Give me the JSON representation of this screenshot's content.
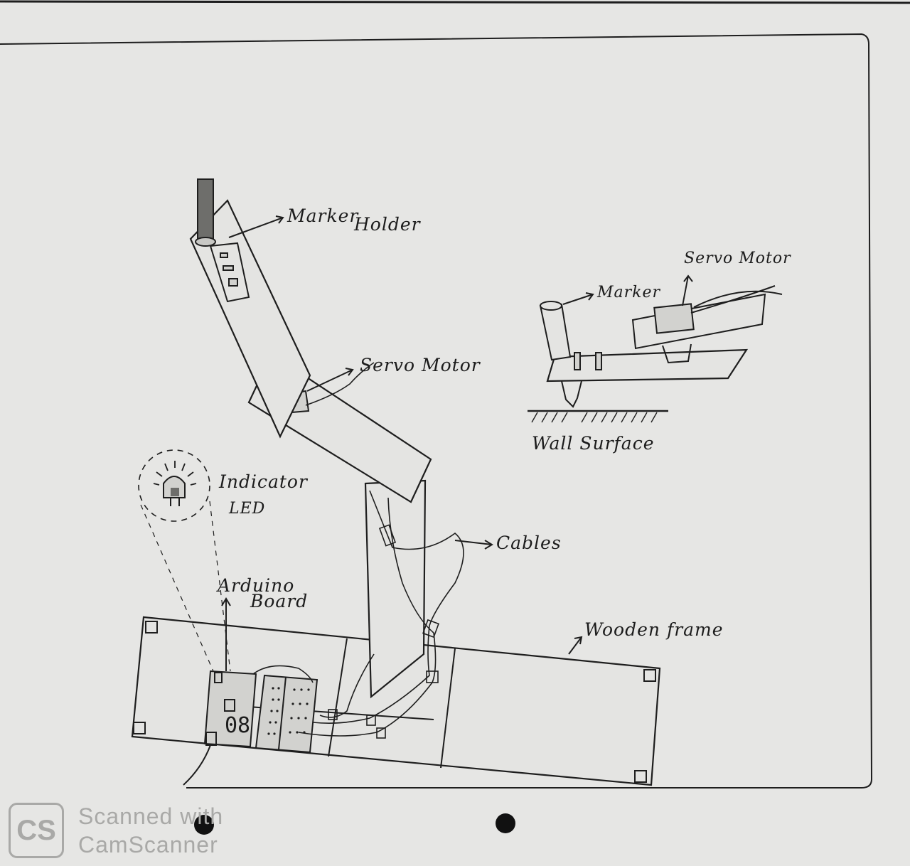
{
  "labels": {
    "marker_holder": [
      "Marker",
      "Holder"
    ],
    "servo_motor_main": "Servo Motor",
    "servo_motor_inset": "Servo Motor",
    "marker_inset": "Marker",
    "wall_surface": "Wall  Surface",
    "indicator_led": [
      "Indicator",
      "LED"
    ],
    "cables": "Cables",
    "arduino_board": [
      "Arduino",
      "Board"
    ],
    "wooden_frame": "Wooden frame",
    "display_digits": "08"
  },
  "watermark": {
    "logo": "CS",
    "line1": "Scanned with",
    "line2": "CamScanner"
  },
  "colors": {
    "paper": "#e6e6e4",
    "ink": "#1e1e1e",
    "watermark": "#a9a9a7"
  }
}
